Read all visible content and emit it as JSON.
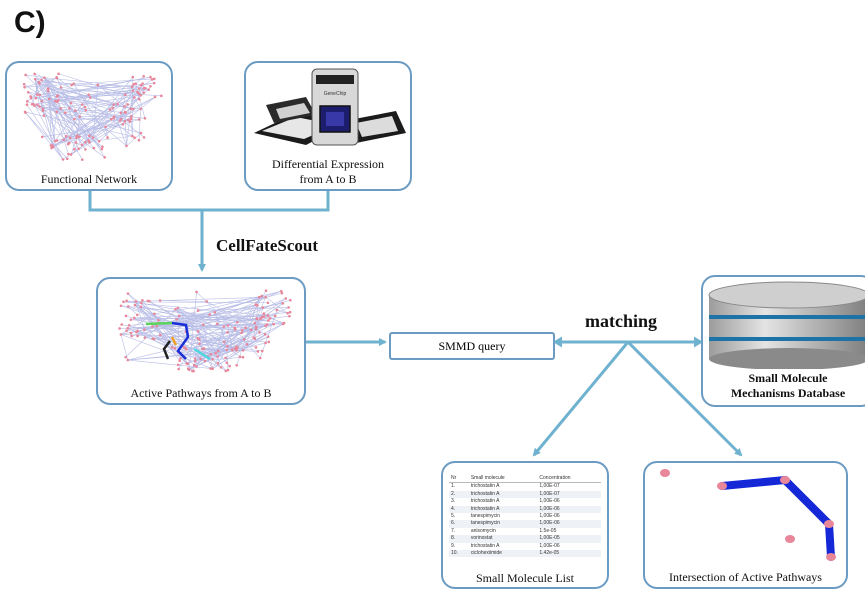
{
  "panel_label": "C)",
  "functional_network": {
    "caption": "Functional Network"
  },
  "differential_expression": {
    "caption_line1": "Differential Expression",
    "caption_line2": "from A to B",
    "chip_brand": "GeneChip"
  },
  "cellfatescout_label": "CellFateScout",
  "active_pathways": {
    "caption": "Active Pathways from A to B"
  },
  "smmd_query": {
    "label": "SMMD query"
  },
  "matching_label": "matching",
  "database": {
    "line1": "Small Molecule",
    "line2": "Mechanisms Database"
  },
  "small_molecule_list": {
    "caption": "Small Molecule List",
    "headers": [
      "Nr",
      "Small molecule",
      "Concentration"
    ],
    "rows": [
      [
        "1.",
        "trichostatin A",
        "1,00E-07"
      ],
      [
        "2.",
        "trichostatin A",
        "1,00E-07"
      ],
      [
        "3.",
        "trichostatin A",
        "1,00E-06"
      ],
      [
        "4.",
        "trichostatin A",
        "1,00E-06"
      ],
      [
        "5.",
        "tanespimycin",
        "1,00E-06"
      ],
      [
        "6.",
        "tanespimycin",
        "1,00E-06"
      ],
      [
        "7.",
        "anisomycin",
        "1.5e-05"
      ],
      [
        "8.",
        "vorinostat",
        "1,00E-05"
      ],
      [
        "9.",
        "trichostatin A",
        "1,00E-06"
      ],
      [
        "10.",
        "ciclohexiimide",
        "1.42e-05"
      ]
    ]
  },
  "intersection": {
    "caption": "Intersection of Active Pathways"
  },
  "colors": {
    "panel_border": "#6b9bc3",
    "arrow": "#6fb2cf",
    "node": "#e8869a",
    "pathway_blue": "#1428d8"
  }
}
